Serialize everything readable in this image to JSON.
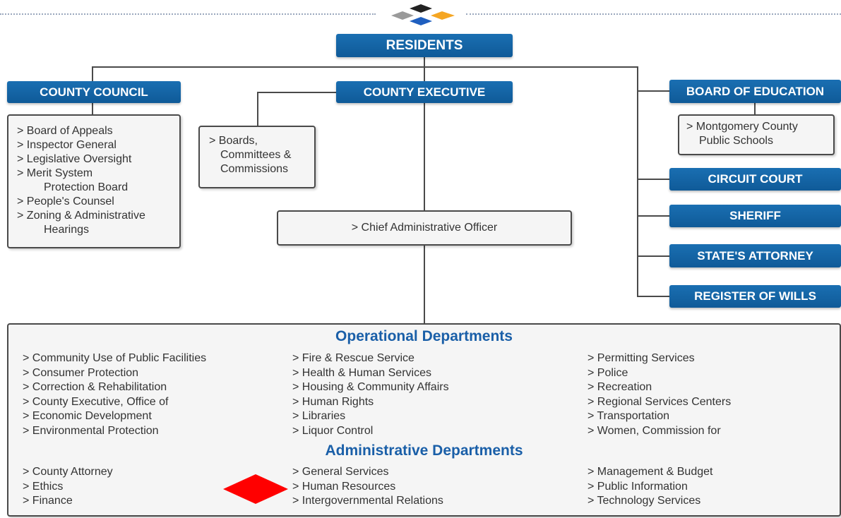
{
  "header": {
    "logo": {
      "colors": [
        "#222222",
        "#f5a623",
        "#1f5fbf",
        "#9a9a9a"
      ]
    }
  },
  "nodes": {
    "residents": "RESIDENTS",
    "county_council": "COUNTY COUNCIL",
    "county_executive": "COUNTY EXECUTIVE",
    "board_of_education": "BOARD OF EDUCATION",
    "circuit_court": "CIRCUIT COURT",
    "sheriff": "SHERIFF",
    "states_attorney": "STATE'S ATTORNEY",
    "register_of_wills": "REGISTER OF WILLS"
  },
  "council_list": [
    "> Board of Appeals",
    "> Inspector General",
    "> Legislative Oversight",
    "> Merit System",
    "Protection Board",
    "> People's Counsel",
    "> Zoning & Administrative",
    "Hearings"
  ],
  "boards_box": [
    "> Boards,",
    "Committees &",
    "Commissions"
  ],
  "education_box": [
    "> Montgomery County",
    "Public Schools"
  ],
  "cao_box": "> Chief Administrative Officer",
  "operational": {
    "title": "Operational Departments",
    "col1": [
      "> Community Use of Public Facilities",
      "> Consumer Protection",
      "> Correction & Rehabilitation",
      "> County Executive, Office of",
      "> Economic Development",
      "> Environmental Protection"
    ],
    "col2": [
      "> Fire & Rescue Service",
      "> Health & Human Services",
      "> Housing & Community Affairs",
      "> Human Rights",
      "> Libraries",
      "> Liquor Control"
    ],
    "col3": [
      "> Permitting Services",
      "> Police",
      "> Recreation",
      "> Regional Services Centers",
      "> Transportation",
      "> Women, Commission for"
    ]
  },
  "administrative": {
    "title": "Administrative Departments",
    "col1": [
      "> County Attorney",
      "> Ethics",
      "> Finance"
    ],
    "col2": [
      "> General Services",
      "> Human Resources",
      "> Intergovernmental Relations"
    ],
    "col3": [
      "> Management & Budget",
      "> Public Information",
      "> Technology Services"
    ]
  },
  "marker": {
    "color": "#ff0000"
  },
  "colors": {
    "box_blue": "#1565a8",
    "title_blue": "#1a5fa8",
    "line": "#4a4a4a"
  }
}
